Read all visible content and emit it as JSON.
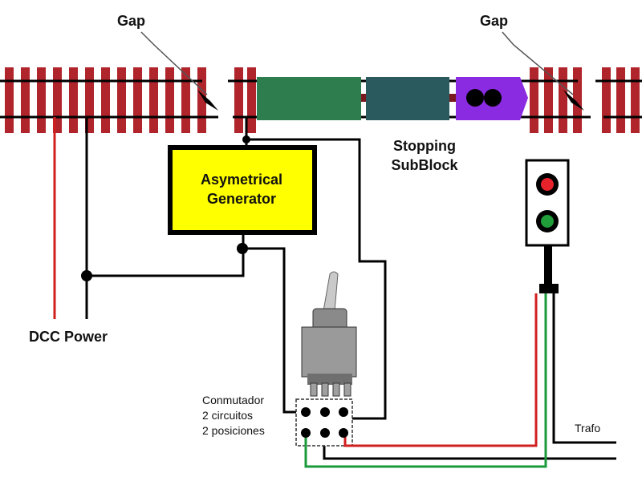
{
  "labels": {
    "gap_left": "Gap",
    "gap_right": "Gap",
    "stopping_line1": "Stopping",
    "stopping_line2": "SubBlock",
    "generator_line1": "Asymetrical",
    "generator_line2": "Generator",
    "dcc_power": "DCC Power",
    "switch_line1": "Conmutador",
    "switch_line2": "2 circuitos",
    "switch_line3": "2 posiciones",
    "trafo": "Trafo"
  },
  "colors": {
    "sleeper": "#b0252c",
    "rail": "#000000",
    "generator_fill": "#ffff00",
    "car_green": "#2e7d4f",
    "car_teal": "#2b5a5e",
    "locomotive": "#8a2be2",
    "wire_red": "#d01f1f",
    "wire_green": "#1a9a3a",
    "signal_red": "#e8222a",
    "signal_green": "#1f9e3a"
  }
}
